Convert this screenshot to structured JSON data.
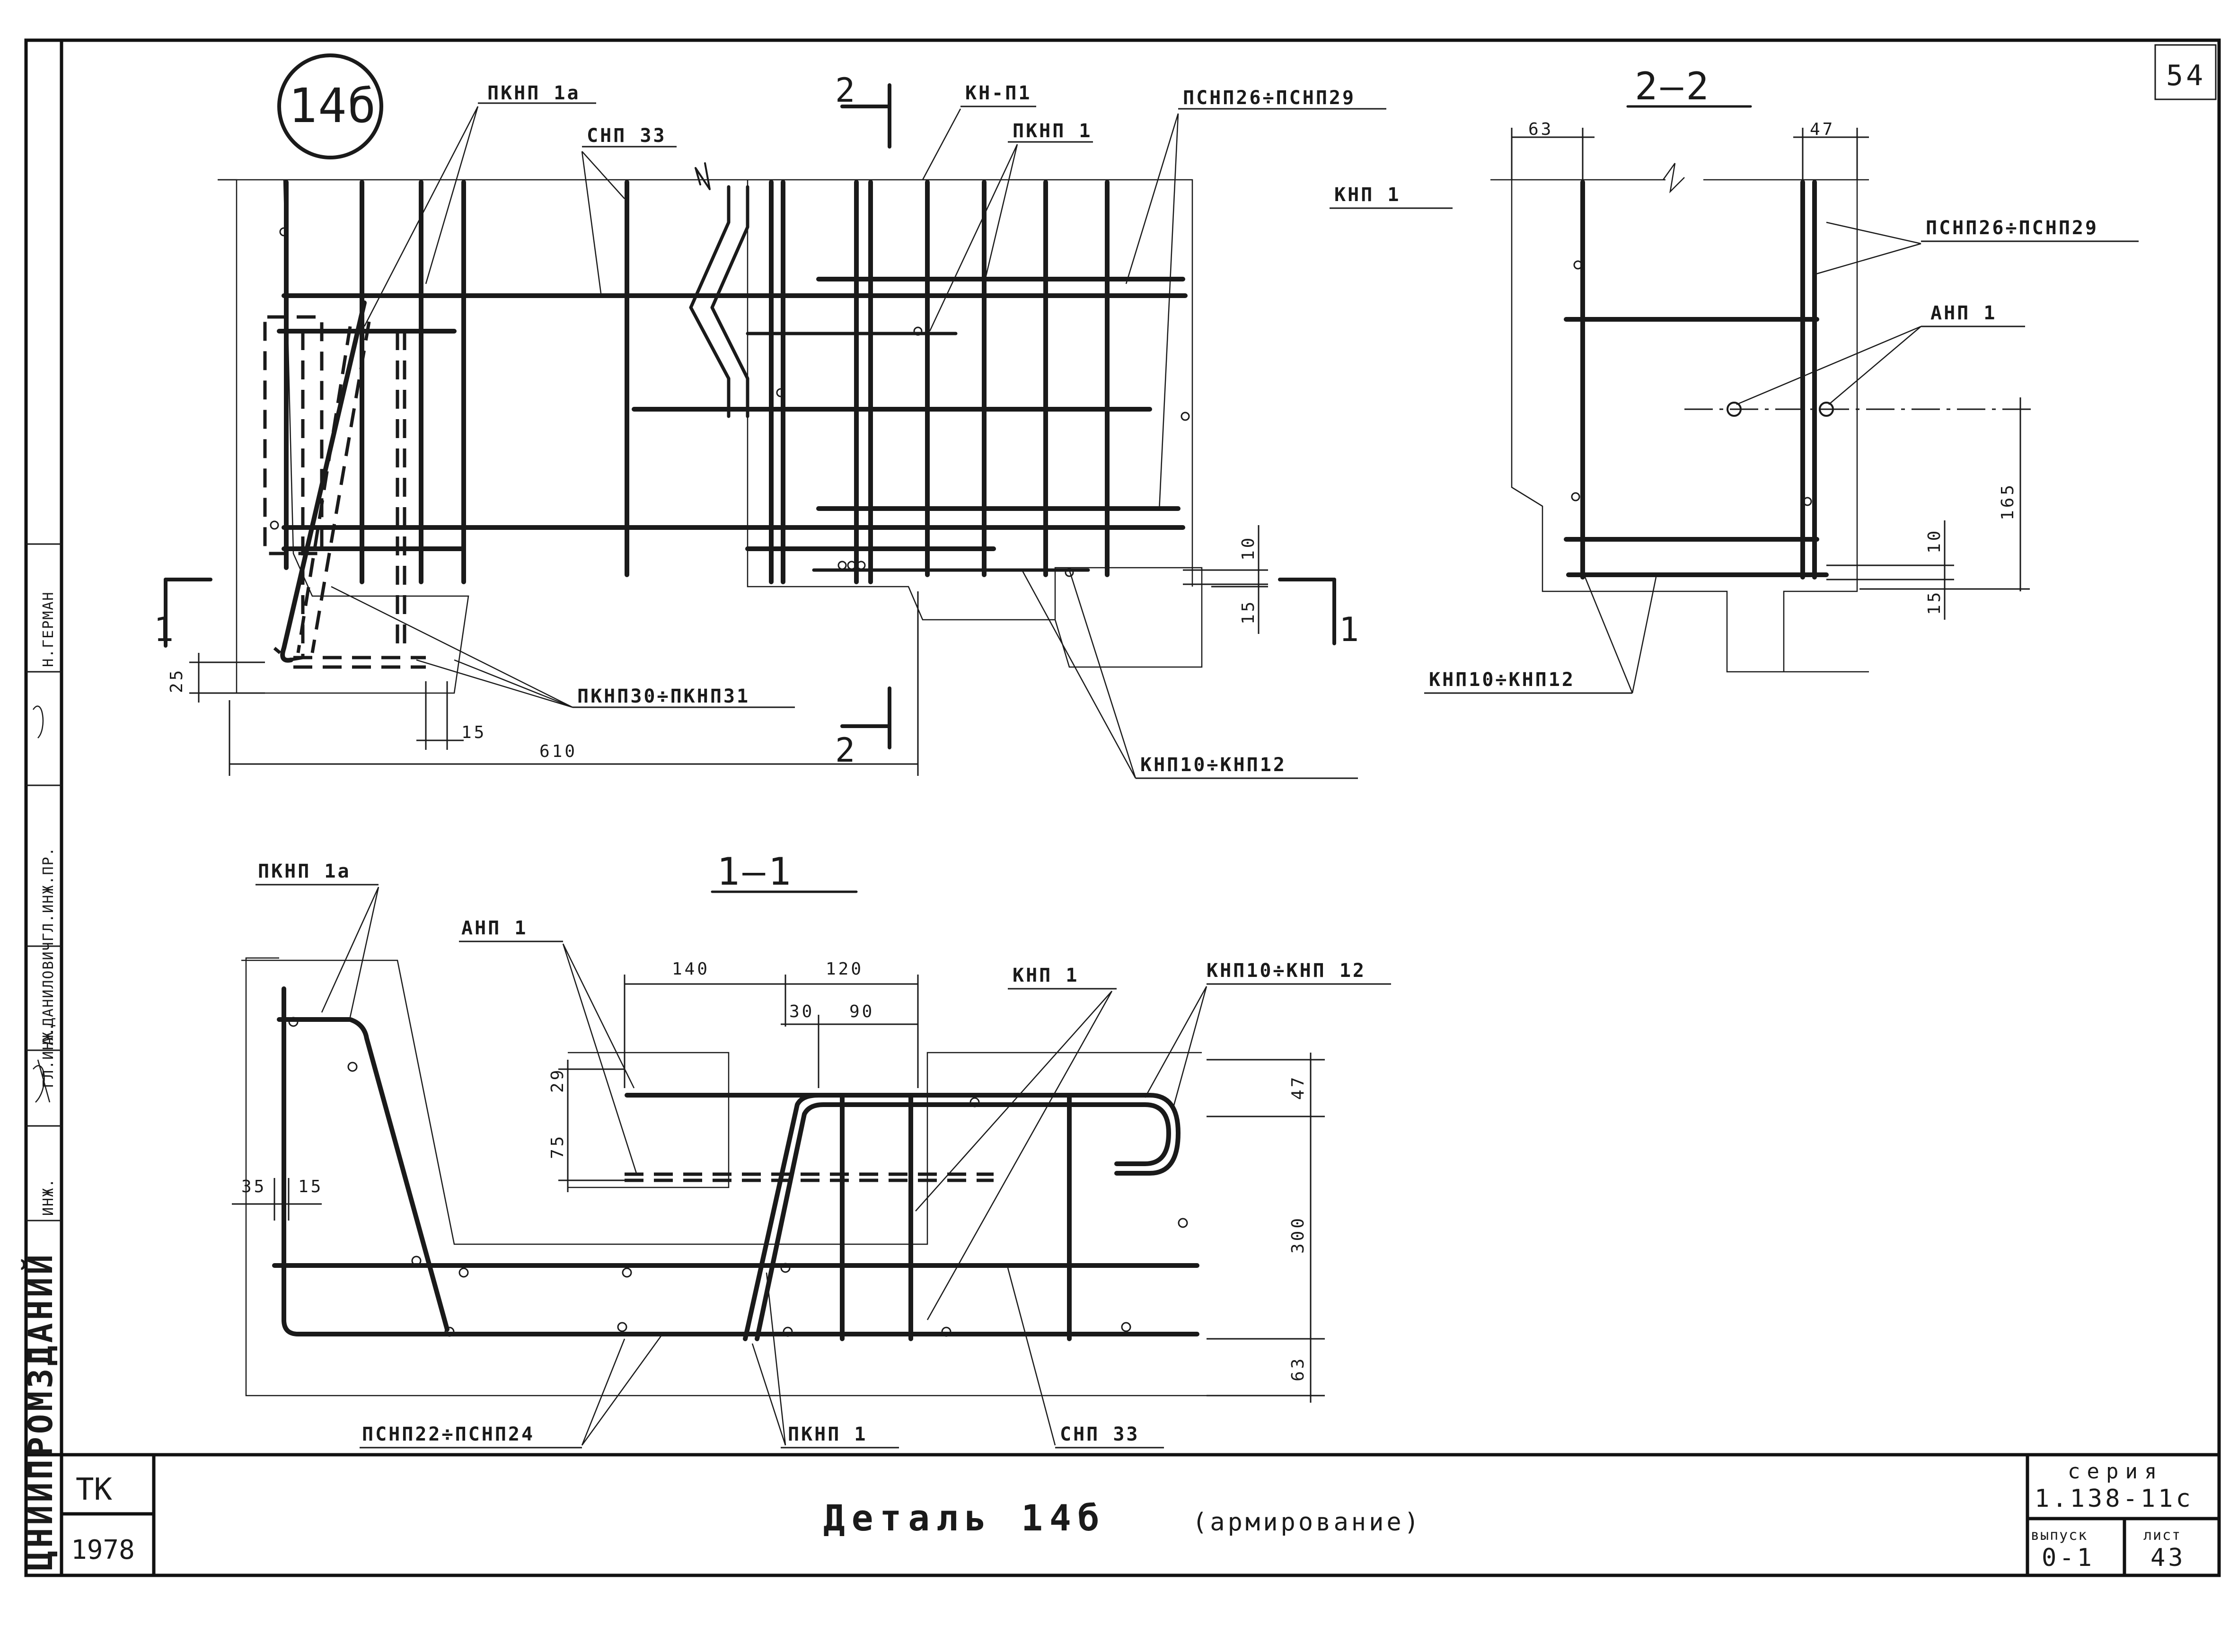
{
  "sheet": {
    "page_number": "54",
    "detail_mark": "14б",
    "org_vertical": "ЦНИИПРОМЗДАНИЙ",
    "signatures": [
      "Н.ГЕРМАН",
      "ГЛ.ИНЖ.ПР.",
      "А.ДАНИЛОВИЧ",
      "ГЛ.ИНЖ.",
      "ИНЖ."
    ]
  },
  "views": {
    "plan": {
      "labels": {
        "pknp1a": "ПКНП 1а",
        "snp33": "СНП 33",
        "kn_p1": "КН-П1",
        "pknp1": "ПКНП 1",
        "psnp26_29": "ПСНП26÷ПСНП29",
        "pknp30_31": "ПКНП30÷ПКНП31",
        "knp10_12": "КНП10÷КНП12"
      },
      "dims": {
        "d610": "610",
        "d25": "25",
        "d15": "15",
        "d10": "10",
        "d15b": "15"
      },
      "cut_1": "1",
      "cut_2": "2"
    },
    "section_2_2": {
      "title": "2—2",
      "labels": {
        "knp1": "КНП 1",
        "psnp26_29": "ПСНП26÷ПСНП29",
        "anp1": "АНП 1",
        "knp10_12": "КНП10÷КНП12"
      },
      "dims": {
        "d63": "63",
        "d47": "47",
        "d165": "165",
        "d10": "10",
        "d15": "15"
      }
    },
    "section_1_1": {
      "title": "1—1",
      "labels": {
        "pknp1a": "ПКНП 1а",
        "anp1": "АНП 1",
        "knp1": "КНП 1",
        "knp10_12": "КНП10÷КНП 12",
        "psnp22_24": "ПСНП22÷ПСНП24",
        "pknp1": "ПКНП 1",
        "snp33": "СНП 33"
      },
      "dims": {
        "d140": "140",
        "d120": "120",
        "d30": "30",
        "d90": "90",
        "d29": "29",
        "d75": "75",
        "d47": "47",
        "d300": "300",
        "d63": "63",
        "d35": "35",
        "d15": "15"
      }
    }
  },
  "title_block": {
    "tk": "ТК",
    "year": "1978",
    "title_main": "Деталь 14б",
    "title_sub": "(армирование)",
    "series_label": "серия",
    "series_value": "1.138-11с",
    "issue_label": "выпуск",
    "issue_value": "0-1",
    "sheet_label": "лист",
    "sheet_value": "43"
  }
}
